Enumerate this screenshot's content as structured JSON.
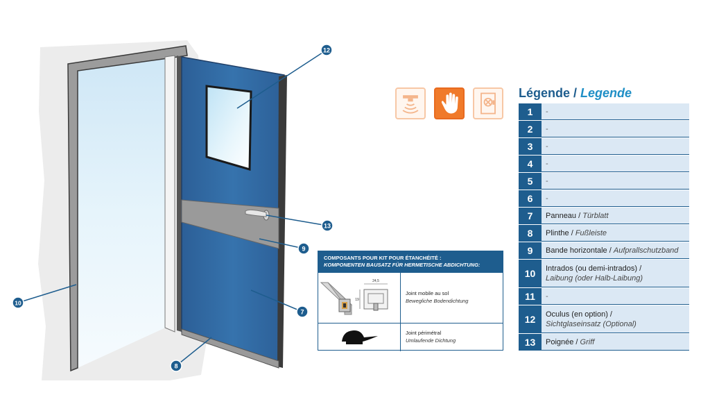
{
  "legend": {
    "title_fr": "Légende /",
    "title_de": "Legende",
    "items": [
      {
        "num": "1",
        "fr": "-",
        "sep": "",
        "de": ""
      },
      {
        "num": "2",
        "fr": "-",
        "sep": "",
        "de": ""
      },
      {
        "num": "3",
        "fr": "-",
        "sep": "",
        "de": ""
      },
      {
        "num": "4",
        "fr": "-",
        "sep": "",
        "de": ""
      },
      {
        "num": "5",
        "fr": "-",
        "sep": "",
        "de": ""
      },
      {
        "num": "6",
        "fr": "-",
        "sep": "",
        "de": ""
      },
      {
        "num": "7",
        "fr": "Panneau",
        "sep": " / ",
        "de": "Türblatt"
      },
      {
        "num": "8",
        "fr": "Plinthe",
        "sep": " / ",
        "de": "Fußleiste"
      },
      {
        "num": "9",
        "fr": "Bande horizontale",
        "sep": " / ",
        "de": "Aufprallschutzband"
      },
      {
        "num": "10",
        "fr": "Intrados (ou demi-intrados) /",
        "sep": "",
        "de": "Laibung (oder Halb-Laibung)"
      },
      {
        "num": "11",
        "fr": "-",
        "sep": "",
        "de": ""
      },
      {
        "num": "12",
        "fr": "Oculus (en option) /",
        "sep": "",
        "de": "Sichtglaseinsatz (Optional)"
      },
      {
        "num": "13",
        "fr": "Poignée",
        "sep": " / ",
        "de": "Griff"
      }
    ]
  },
  "kit": {
    "title_fr": "COMPOSANTS POUR KIT POUR ÉTANCHÉITÉ :",
    "title_de": "KOMPONENTEN BAUSATZ FÜR HERMETISCHE ABDICHTUNG:",
    "row1_fr": "Joint mobile au sol",
    "row1_de": "Bewegliche Bodendichtung",
    "row2_fr": "Joint périmétral",
    "row2_de": "Umlaufende Dichtung",
    "dim_width": "24,5",
    "dim_height": "19"
  },
  "callouts": {
    "c12": "12",
    "c13": "13",
    "c9": "9",
    "c7": "7",
    "c8": "8",
    "c10": "10"
  },
  "icons": [
    "sensor-icon",
    "hand-icon",
    "door-lock-icon"
  ],
  "colors": {
    "brand_blue": "#1e5d8e",
    "door_blue": "#2f6aa6",
    "orange": "#f07a2a",
    "row_bg": "#dbe8f4"
  }
}
